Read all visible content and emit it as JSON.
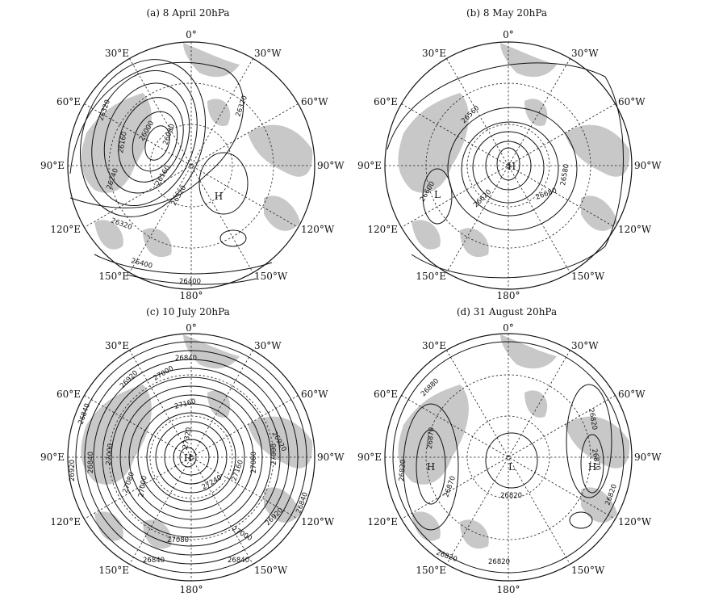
{
  "panels": [
    {
      "title": "(a)  8 April 20hPa",
      "lon_labels": [
        "0°",
        "30°W",
        "60°W",
        "90°W",
        "120°W",
        "150°W",
        "180°",
        "150°E",
        "120°E",
        "90°E",
        "60°E",
        "30°E"
      ],
      "contour_labels": [
        "26320",
        "26320",
        "26160",
        "26000",
        "26080",
        "26240",
        "26160",
        "26320",
        "26320",
        "26400",
        "26400"
      ],
      "centers": [
        "H"
      ],
      "land_color": "#c8c8c8"
    },
    {
      "title": "(b)  8 May 20hPa",
      "lon_labels": [
        "0°",
        "30°W",
        "60°W",
        "90°W",
        "120°W",
        "150°W",
        "180°",
        "150°E",
        "120°E",
        "90°E",
        "60°E",
        "30°E"
      ],
      "contour_labels": [
        "26560",
        "26580",
        "26600",
        "26680",
        "26620"
      ],
      "centers": [
        "H",
        "L"
      ],
      "land_color": "#c8c8c8"
    },
    {
      "title": "(c)  10 July 20hPa",
      "lon_labels": [
        "0°",
        "30°W",
        "60°W",
        "90°W",
        "120°W",
        "150°W",
        "180°",
        "150°E",
        "120°E",
        "90°E",
        "60°E",
        "30°E"
      ],
      "contour_labels": [
        "26840",
        "26840",
        "26920",
        "27000",
        "27160",
        "27000",
        "26840",
        "26920",
        "27320",
        "27240",
        "27160",
        "27080",
        "27000",
        "27080",
        "26920",
        "27000",
        "27080",
        "27000",
        "26840",
        "26920",
        "26840",
        "26840"
      ],
      "centers": [
        "H"
      ],
      "land_color": "#c8c8c8"
    },
    {
      "title": "(d)  31 August 20hPa",
      "lon_labels": [
        "0°",
        "30°W",
        "60°W",
        "90°W",
        "120°W",
        "150°W",
        "180°",
        "150°E",
        "120°E",
        "90°E",
        "60°E",
        "30°E"
      ],
      "contour_labels": [
        "26880",
        "26870",
        "26820",
        "26870",
        "26820",
        "26870",
        "26820",
        "26820",
        "26820",
        "26820"
      ],
      "centers": [
        "H",
        "L",
        "H"
      ],
      "land_color": "#c8c8c8"
    }
  ]
}
